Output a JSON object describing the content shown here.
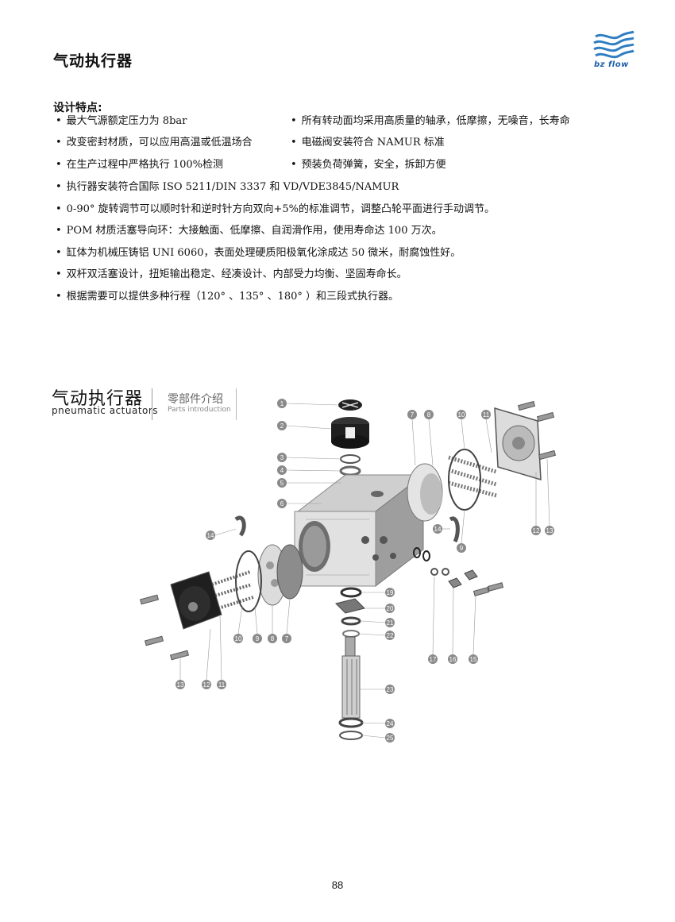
{
  "header": {
    "title": "气动执行器",
    "logo_text": "bz flow"
  },
  "features": {
    "heading": "设计特点:",
    "bullet": "•",
    "items": [
      "最大气源额定压力为 8bar",
      "所有转动面均采用高质量的轴承，低摩擦，无噪音，长寿命",
      "改变密封材质，可以应用高温或低温场合",
      "电磁阀安装符合 NAMUR 标准",
      "在生产过程中严格执行 100%检测",
      "预装负荷弹簧，安全，拆卸方便",
      "执行器安装符合国际  ISO 5211/DIN 3337 和 VD/VDE3845/NAMUR",
      "0-90° 旋转调节可以顺时针和逆时针方向双向+5%的标准调节，调整凸轮平面进行手动调节。",
      "POM 材质活塞导向环：大接触面、低摩擦、自润滑作用，使用寿命达 100 万次。",
      "缸体为机械压铸铝 UNI 6060，表面处理硬质阳极氧化涂成达 50 微米，耐腐蚀性好。",
      "双杆双活塞设计，扭矩输出稳定、经凑设计、内部受力均衡、坚固寿命长。",
      "根据需要可以提供多种行程（120° 、135° 、180° ）和三段式执行器。"
    ]
  },
  "figure": {
    "title_cn": "气动执行器",
    "title_en": "pneumatic actuators",
    "subtitle_cn": "零部件介绍",
    "subtitle_en": "Parts introduction",
    "callouts": [
      "1",
      "2",
      "3",
      "4",
      "5",
      "6",
      "7",
      "8",
      "10",
      "11",
      "12",
      "13",
      "14",
      "14",
      "9",
      "10",
      "9",
      "8",
      "7",
      "13",
      "12",
      "11",
      "19",
      "20",
      "21",
      "22",
      "23",
      "24",
      "25",
      "17",
      "16",
      "15"
    ]
  },
  "footer": {
    "page_number": "88"
  },
  "colors": {
    "brand_blue": "#1d5fa8",
    "callout_gray": "#8a8a8a"
  }
}
